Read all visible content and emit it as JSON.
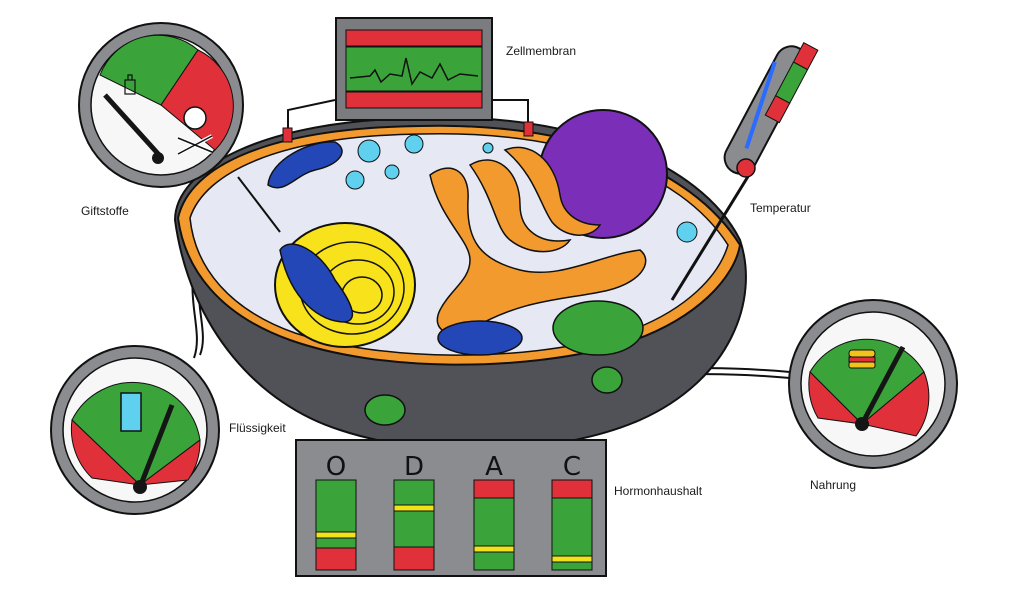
{
  "labels": {
    "membrane": "Zellmembran",
    "toxins": "Giftstoffe",
    "temperature": "Temperatur",
    "fluid": "Flüssigkeit",
    "hormones": "Hormonhaushalt",
    "food": "Nahrung"
  },
  "hormone_panel": {
    "letters": [
      "O",
      "D",
      "A",
      "C"
    ]
  },
  "colors": {
    "good": "#3aa43a",
    "bad": "#e0303a",
    "warn": "#f2e21a",
    "cell_wall": "#505257",
    "cytoplasm": "#e6e8f4",
    "nucleus": "#7b2fb8",
    "golgi": "#f29a2e",
    "mitochondrion": "#f7e21b",
    "blue_organelle": "#2447b8",
    "vacuole": "#5fd0ee",
    "gauge_rim": "#8a8c90",
    "gauge_face": "#f7f7f7",
    "needle": "#151515"
  },
  "icons": [
    "bottle-icon",
    "skull-icon",
    "glass-icon",
    "burger-icon",
    "heart-rate-icon"
  ]
}
